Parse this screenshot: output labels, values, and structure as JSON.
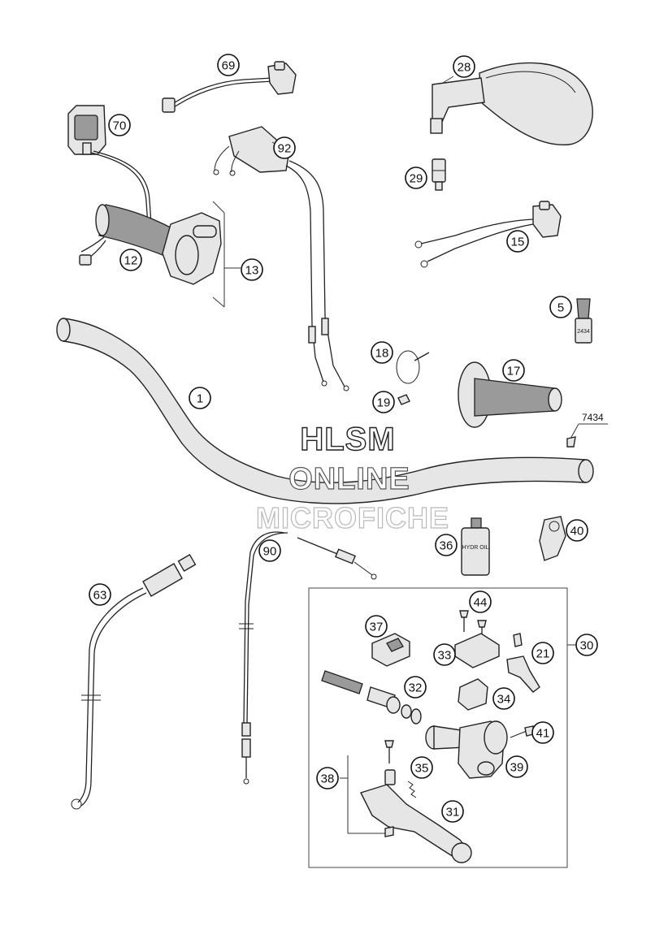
{
  "watermark": {
    "line1": "HLSM",
    "line2": "ONLINE",
    "line3": "MICROFICHE"
  },
  "reference_label": "7434",
  "bottle_label": "HYDR OIL",
  "colors": {
    "ink": "#222222",
    "paper": "#ffffff",
    "fill": "#e6e6e6",
    "grip": "#9a9a9a"
  },
  "callouts": [
    {
      "id": "69",
      "label": "69"
    },
    {
      "id": "70",
      "label": "70"
    },
    {
      "id": "92",
      "label": "92"
    },
    {
      "id": "28",
      "label": "28"
    },
    {
      "id": "29",
      "label": "29"
    },
    {
      "id": "12",
      "label": "12"
    },
    {
      "id": "13",
      "label": "13"
    },
    {
      "id": "15",
      "label": "15"
    },
    {
      "id": "5",
      "label": "5"
    },
    {
      "id": "18",
      "label": "18"
    },
    {
      "id": "17",
      "label": "17"
    },
    {
      "id": "1",
      "label": "1"
    },
    {
      "id": "19",
      "label": "19"
    },
    {
      "id": "36",
      "label": "36"
    },
    {
      "id": "40",
      "label": "40"
    },
    {
      "id": "90",
      "label": "90"
    },
    {
      "id": "63",
      "label": "63"
    },
    {
      "id": "44",
      "label": "44"
    },
    {
      "id": "37",
      "label": "37"
    },
    {
      "id": "30",
      "label": "30"
    },
    {
      "id": "33",
      "label": "33"
    },
    {
      "id": "21",
      "label": "21"
    },
    {
      "id": "32",
      "label": "32"
    },
    {
      "id": "34",
      "label": "34"
    },
    {
      "id": "41",
      "label": "41"
    },
    {
      "id": "39",
      "label": "39"
    },
    {
      "id": "35",
      "label": "35"
    },
    {
      "id": "38",
      "label": "38"
    },
    {
      "id": "31",
      "label": "31"
    }
  ]
}
